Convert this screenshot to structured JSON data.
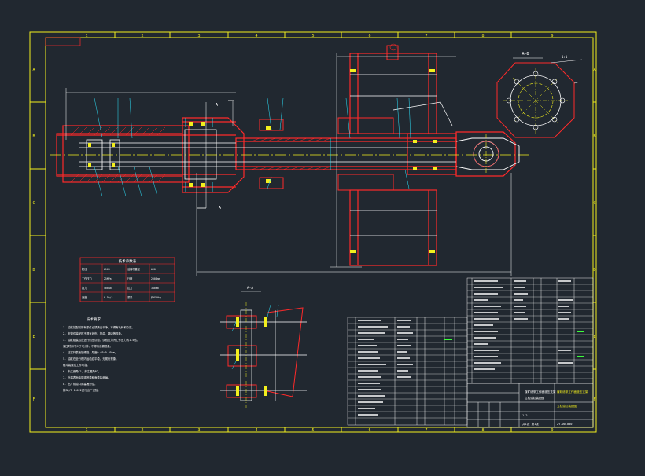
{
  "colors": {
    "background": "#212830",
    "border": "#f2ef1e",
    "red": "#ff2a2a",
    "white": "#ffffff",
    "cyan": "#2ee6ff",
    "magenta": "#ff3dff",
    "green": "#3bff3b"
  },
  "border": {
    "top_zone_numbers": [
      "1",
      "2",
      "3",
      "4",
      "5",
      "6",
      "7",
      "8",
      "9"
    ],
    "bottom_zone_numbers": [
      "1",
      "2",
      "3",
      "4",
      "5",
      "6",
      "7",
      "8",
      "9"
    ],
    "left_zone_letters": [
      "A",
      "B",
      "C",
      "D",
      "E",
      "F"
    ],
    "right_zone_letters": [
      "A",
      "B",
      "C",
      "D",
      "E",
      "F"
    ]
  },
  "drawing": {
    "section_label_top": "A",
    "section_label_bottom": "A",
    "view_label": "A—A",
    "view_label_b": "A—B",
    "dimension_tag": "1:1",
    "section_view_title": "A-A"
  },
  "tech_table": {
    "title": "技术参数表",
    "rows": [
      [
        "缸径",
        "Φ160",
        "活塞杆直径",
        "Φ90"
      ],
      [
        "工作压力",
        "25MPa",
        "行程",
        "2000mm"
      ],
      [
        "推力",
        "500kN",
        "拉力",
        "340kN"
      ],
      [
        "速度",
        "0.5m/s",
        "重量",
        "约650kg"
      ]
    ]
  },
  "notes": {
    "title": "技术要求",
    "lines": [
      "1. 油缸装配前所有零件必须清洗干净，不得有毛刺和杂质。",
      "2. 密封件装配时不得有划伤、扭曲、翻边等现象。",
      "3. 油缸组装后应进行耐压试验，试验压力为工作压力的1.5倍。",
      "   保压时间不少于5分钟，不得有渗漏现象。",
      "4. 活塞杆表面镀硬铬，厚度0.03~0.05mm。",
      "5. 油缸在全行程内运动应平稳，无爬行现象。",
      "   缓冲装置应工作可靠。",
      "6. 未注倒角C1，未注圆角R2。",
      "7. 外露表面涂防锈底漆和面漆各两遍。",
      "8. 出厂前油口用塞堵封住。",
      "   按GB/T 15622进行出厂试验。"
    ]
  },
  "title_block": {
    "title_line1": "煤矿综采工作面液压支架",
    "title_line2": "立柱油缸装配图",
    "drawing_no": "ZY-00-000",
    "scale": "1:2",
    "sheet": "共1张 第1张"
  }
}
